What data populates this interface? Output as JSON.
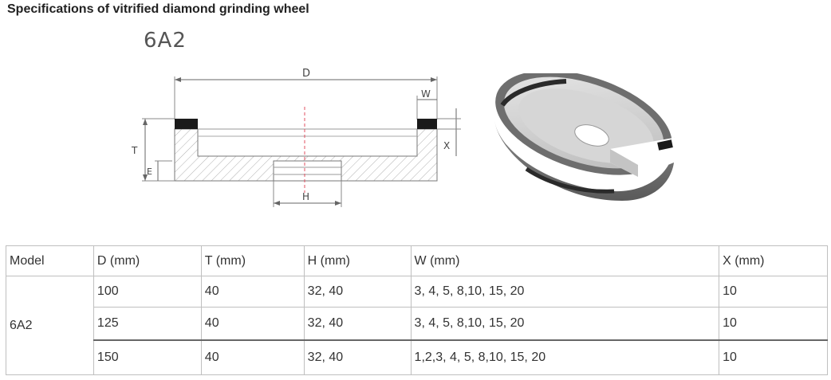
{
  "heading": "Specifications of vitrified diamond grinding wheel",
  "drawing": {
    "model": "6A2",
    "dim_D": "D",
    "dim_W": "W",
    "dim_T": "T",
    "dim_E": "E",
    "dim_X": "X",
    "dim_H": "H"
  },
  "table": {
    "headers": [
      "Model",
      "D (mm)",
      "T (mm)",
      "H (mm)",
      "W (mm)",
      "X (mm)"
    ],
    "model": "6A2",
    "rows": [
      {
        "D": "100",
        "T": "40",
        "H": "32, 40",
        "W": "3, 4, 5, 8,10, 15, 20",
        "X": "10"
      },
      {
        "D": "125",
        "T": "40",
        "H": "32, 40",
        "W": "3, 4, 5, 8,10, 15, 20",
        "X": "10"
      },
      {
        "D": "150",
        "T": "40",
        "H": "32, 40",
        "W": "1,2,3, 4, 5, 8,10, 15, 20",
        "X": "10"
      }
    ]
  },
  "colors": {
    "text": "#222222",
    "table_border": "#bfbfbf",
    "wheel_gray": "#7a7a7a",
    "diamond_layer": "#1a1a1a",
    "center_line": "#e05060"
  }
}
